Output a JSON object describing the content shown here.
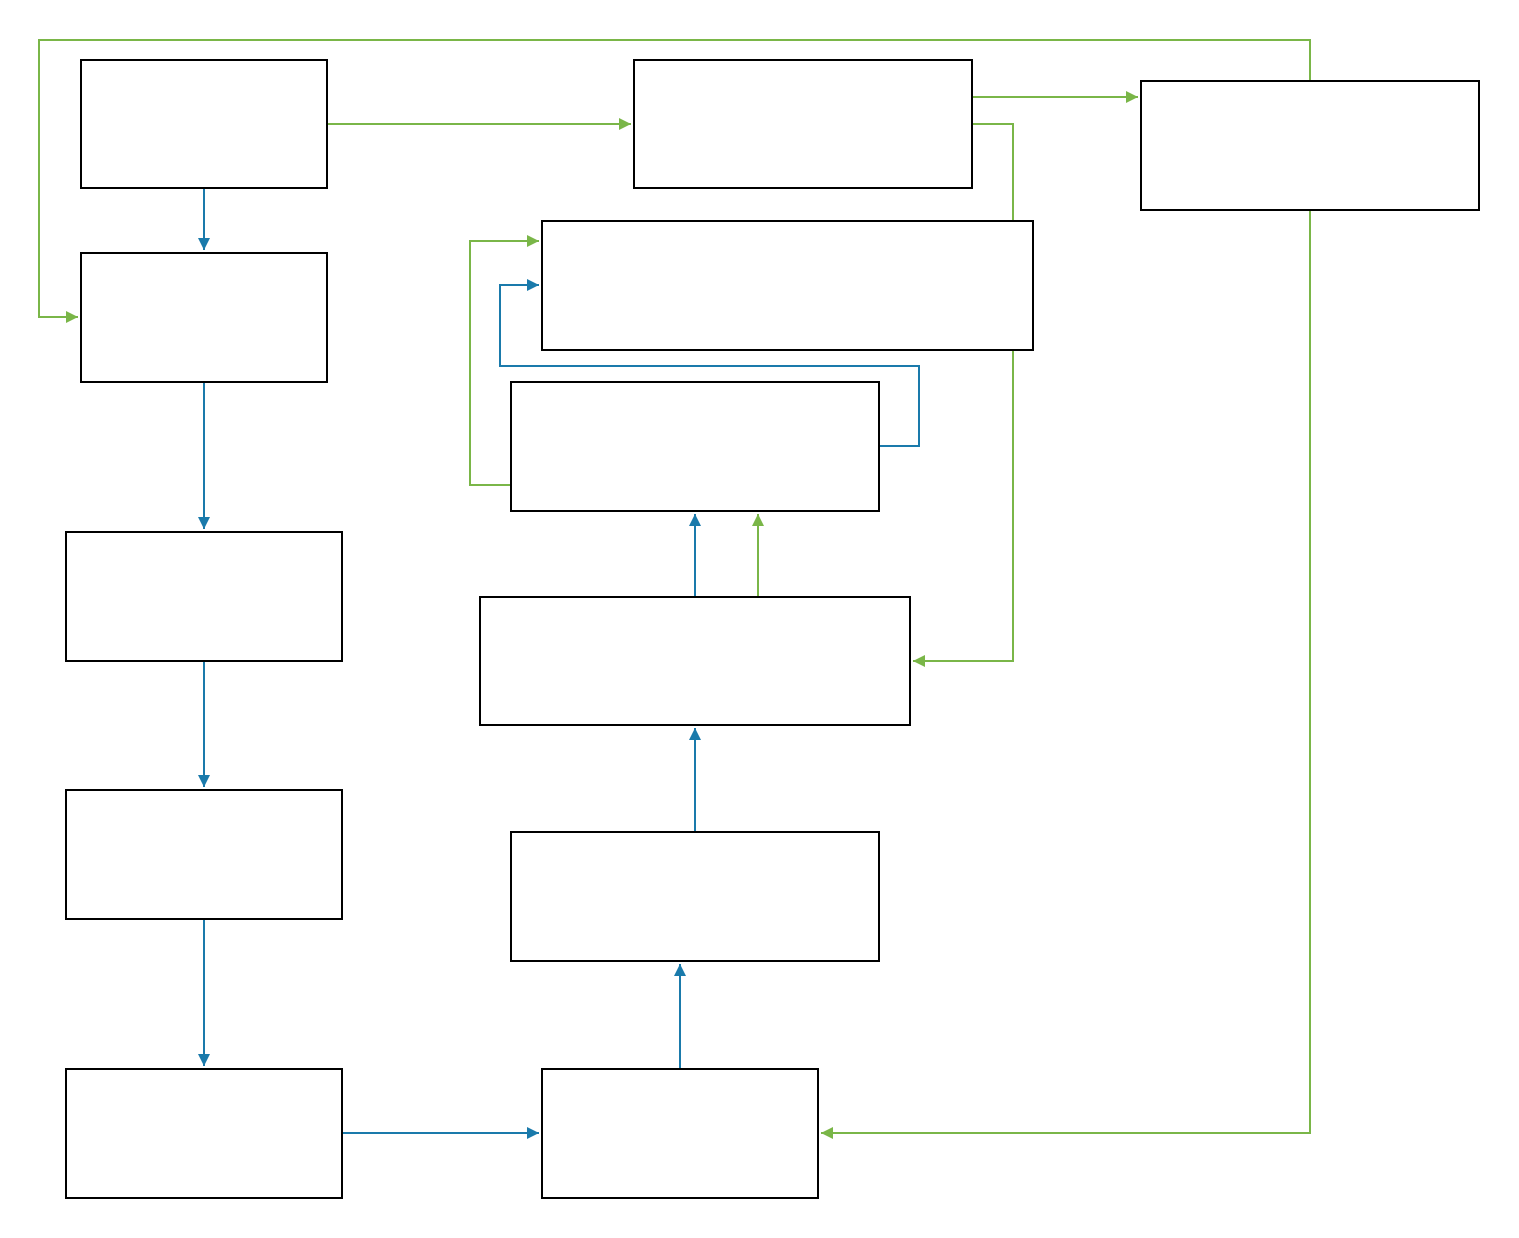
{
  "colors": {
    "background": "#ffffff",
    "box_stroke": "#000000",
    "blue_connector": "#1a7aab",
    "green_connector": "#7ab648"
  },
  "nodes": [
    {
      "id": "n1",
      "label": ""
    },
    {
      "id": "n2",
      "label": ""
    },
    {
      "id": "n3",
      "label": ""
    },
    {
      "id": "n4",
      "label": ""
    },
    {
      "id": "n5",
      "label": ""
    },
    {
      "id": "n6",
      "label": ""
    },
    {
      "id": "n7",
      "label": ""
    },
    {
      "id": "n8",
      "label": ""
    },
    {
      "id": "n9",
      "label": ""
    },
    {
      "id": "n10",
      "label": ""
    },
    {
      "id": "n11",
      "label": ""
    },
    {
      "id": "n12",
      "label": ""
    }
  ],
  "edges": [
    {
      "id": "e1",
      "from": "n1",
      "to": "n2",
      "color": "blue"
    },
    {
      "id": "e2",
      "from": "n2",
      "to": "n3",
      "color": "blue"
    },
    {
      "id": "e3",
      "from": "n3",
      "to": "n4",
      "color": "blue"
    },
    {
      "id": "e4",
      "from": "n4",
      "to": "n5",
      "color": "blue"
    },
    {
      "id": "e5",
      "from": "n5",
      "to": "n6",
      "color": "blue"
    },
    {
      "id": "e6",
      "from": "n6",
      "to": "n7",
      "color": "blue"
    },
    {
      "id": "e7",
      "from": "n7",
      "to": "n8",
      "color": "blue"
    },
    {
      "id": "e8",
      "from": "n8",
      "to": "n9",
      "color": "blue"
    },
    {
      "id": "e9",
      "from": "n8",
      "to": "n9",
      "color": "green"
    },
    {
      "id": "e10",
      "from": "n9",
      "to": "n10",
      "color": "blue"
    },
    {
      "id": "e11",
      "from": "n9",
      "to": "n10",
      "color": "green"
    },
    {
      "id": "e12",
      "from": "n1",
      "to": "n11",
      "color": "green"
    },
    {
      "id": "e13",
      "from": "n11",
      "to": "n12",
      "color": "green"
    },
    {
      "id": "e14",
      "from": "n11",
      "to": "n8",
      "color": "green"
    },
    {
      "id": "e15",
      "from": "n12",
      "to": "n2",
      "color": "green"
    },
    {
      "id": "e16",
      "from": "n12",
      "to": "n6",
      "color": "green"
    }
  ]
}
